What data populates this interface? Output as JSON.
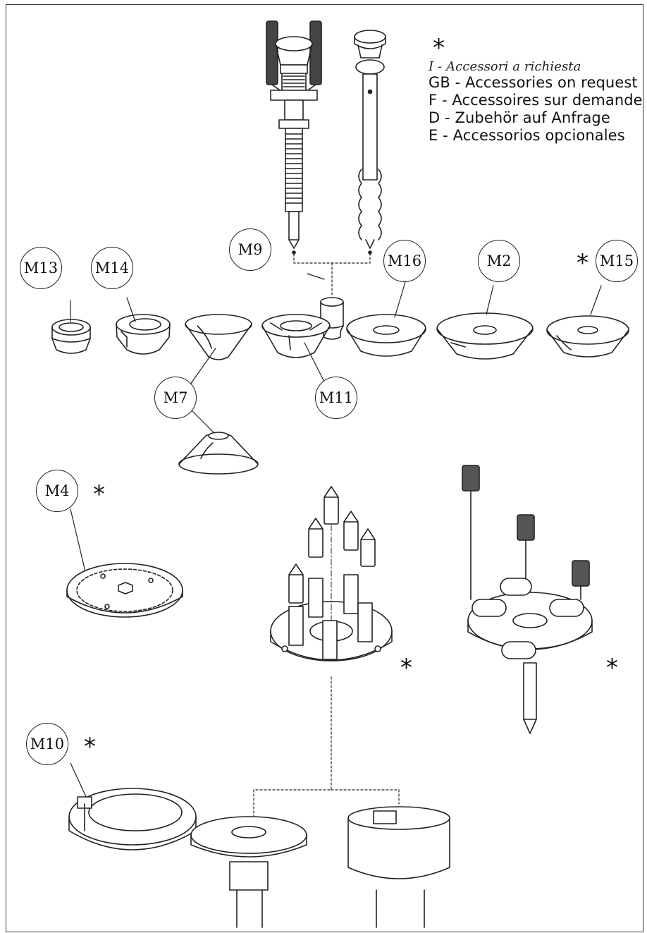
{
  "legend": {
    "asterisk": "*",
    "lines": [
      "I - Accessori a richiesta",
      "GB - Accessories on request",
      "F - Accessoires sur demande",
      "D - Zubehör auf Anfrage",
      "E - Accessorios opcionales"
    ]
  },
  "callouts": {
    "m9": "M9",
    "m13": "M13",
    "m14": "M14",
    "m16": "M16",
    "m2": "M2",
    "m15": "M15",
    "m7": "M7",
    "m11": "M11",
    "m4": "M4",
    "m10": "M10"
  },
  "asterisk_marks": {
    "m15": "*",
    "m4": "*",
    "m10": "*",
    "pin_plate": "*",
    "clamp_plate": "*"
  }
}
